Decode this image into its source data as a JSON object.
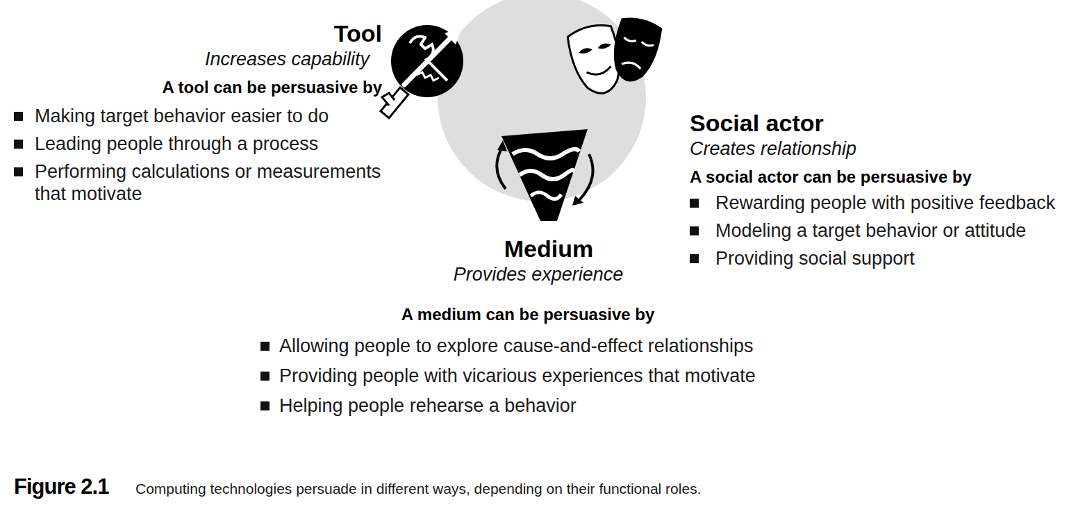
{
  "diagram": {
    "caption": "Computing technologies persuade in different ways, depending on their functional roles.",
    "nodes": [
      {
        "text": [
          "Tool",
          "Increases capability",
          "A tool can be persuasive by",
          "Making target behavior easier to do",
          "Leading people through a process",
          "Performing calculations or measurements that motivate"
        ]
      },
      {
        "text": [
          "Social actor",
          "Creates relationship",
          "A social actor can be persuasive by",
          "Rewarding people with positive feedback",
          "Modeling a target behavior or attitude",
          "Providing social support"
        ]
      },
      {
        "text": [
          "Medium",
          "Provides experience",
          "A medium can be persuasive by",
          "Allowing people to explore cause-and-effect relationships",
          "Providing people with vicarious experiences that motivate",
          "Helping people rehearse a behavior"
        ]
      }
    ],
    "labels": [
      "Figure 2.1"
    ]
  }
}
